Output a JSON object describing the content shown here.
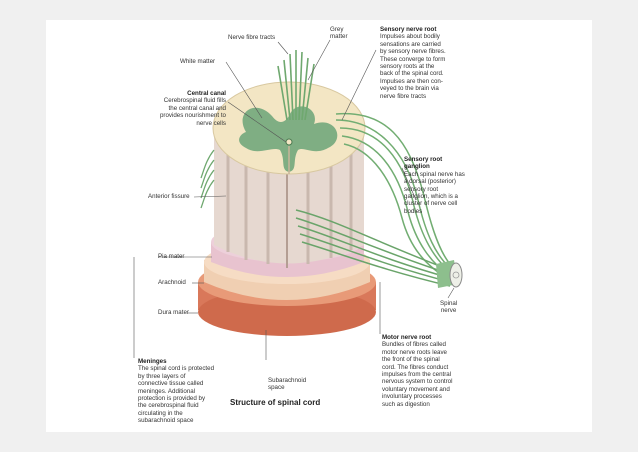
{
  "labels": {
    "nerve_fibre_tracts": "Nerve fibre tracts",
    "grey_matter": "Grey\nmatter",
    "white_matter": "White matter",
    "central_canal_title": "Central canal",
    "central_canal_desc": "Cerebrospinal fluid fills\nthe central canal and\nprovides nourishment to\nnerve cells",
    "anterior_fissure": "Anterior fissure",
    "pia_mater": "Pia mater",
    "arachnoid": "Arachnoid",
    "dura_mater": "Dura mater",
    "meninges_title": "Meninges",
    "meninges_desc": "The spinal cord is protected\nby three layers of\nconnective tissue called\nmeninges. Additional\nprotection is provided by\nthe cerebrospinal fluid\ncirculating in the\nsubarachnoid space",
    "subarachnoid_space": "Subarachnoid\nspace",
    "sensory_root_title": "Sensory nerve root",
    "sensory_root_desc": "Impulses about bodily\nsensations are carried\nby sensory nerve fibres.\nThese converge to form\nsensory roots at the\nback of the spinal cord.\nImpulses are then con-\nveyed to the brain via\nnerve fibre tracts",
    "ganglion_title": "Sensory root\nganglion",
    "ganglion_desc": "Each spinal nerve has\na dorsal (posterior)\nsensory root\nganglion, which is a\ncluster of nerve cell\nbodies",
    "spinal_nerve": "Spinal\nnerve",
    "motor_root_title": "Motor nerve root",
    "motor_root_desc": "Bundles of fibres called\nmotor nerve roots leave\nthe front of the spinal\ncord. The fibres conduct\nimpulses from the central\nnervous system to control\nvoluntary movement and\ninvoluntary processes\nsuch as digestion",
    "caption": "Structure of spinal cord"
  },
  "colors": {
    "white_matter": "#f3e6c4",
    "grey_matter": "#7fae83",
    "nerve_green": "#6fa86f",
    "column": "#e7dbd4",
    "pia": "#e8c7d2",
    "arachnoid": "#f0d2b8",
    "dura": "#d9785a"
  }
}
